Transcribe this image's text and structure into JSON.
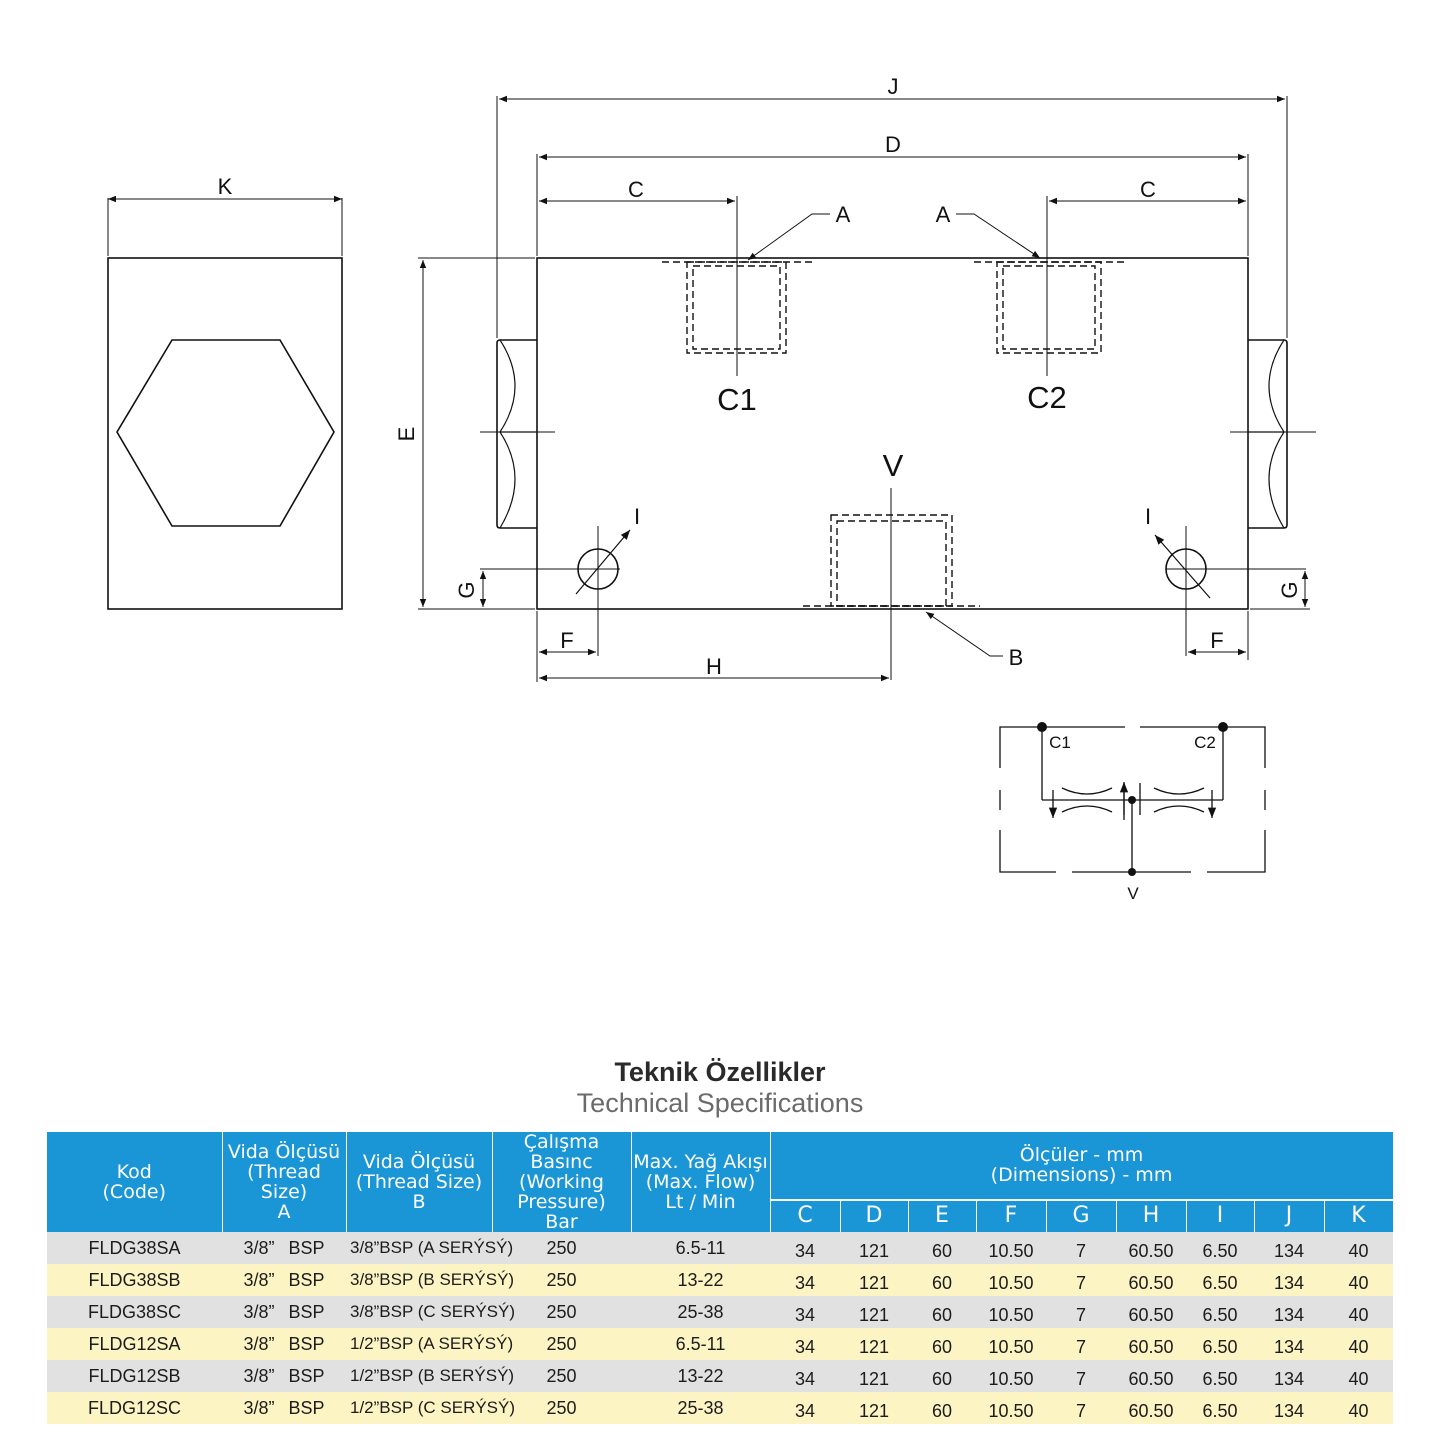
{
  "drawing": {
    "labels": {
      "J": "J",
      "D": "D",
      "K": "K",
      "C": "C",
      "A": "A",
      "E": "E",
      "C1": "C1",
      "C2": "C2",
      "V": "V",
      "I": "I",
      "G": "G",
      "F": "F",
      "H": "H",
      "B": "B"
    },
    "schematic": {
      "c1": "C1",
      "c2": "C2",
      "v": "V"
    }
  },
  "title": {
    "tr": "Teknik Özellikler",
    "en": "Technical Specifications"
  },
  "table": {
    "headers": {
      "kod": [
        "Kod",
        "(Code)"
      ],
      "vida_a": [
        "Vida Ölçüsü",
        "(Thread Size)",
        "A"
      ],
      "vida_b": [
        "Vida Ölçüsü",
        "(Thread Size)",
        "B"
      ],
      "pressure": [
        "Çalışma Basınc",
        "(Working Pressure)",
        "Bar"
      ],
      "flow": [
        "Max. Yağ Akışı",
        "(Max. Flow)",
        "Lt / Min"
      ],
      "dims": [
        "Ölçüler - mm",
        "(Dimensions) - mm"
      ]
    },
    "dim_columns": [
      "C",
      "D",
      "E",
      "F",
      "G",
      "H",
      "I",
      "J",
      "K"
    ],
    "rows": [
      {
        "code": "FLDG38SA",
        "a_size": "3/8”",
        "a_unit": "BSP",
        "b": "3/8”BSP (A SERÝSÝ)",
        "pressure": "250",
        "flow": "6.5-11",
        "dims": [
          "34",
          "121",
          "60",
          "10.50",
          "7",
          "60.50",
          "6.50",
          "134",
          "40"
        ]
      },
      {
        "code": "FLDG38SB",
        "a_size": "3/8”",
        "a_unit": "BSP",
        "b": "3/8”BSP (B SERÝSÝ)",
        "pressure": "250",
        "flow": "13-22",
        "dims": [
          "34",
          "121",
          "60",
          "10.50",
          "7",
          "60.50",
          "6.50",
          "134",
          "40"
        ]
      },
      {
        "code": "FLDG38SC",
        "a_size": "3/8”",
        "a_unit": "BSP",
        "b": "3/8”BSP (C SERÝSÝ)",
        "pressure": "250",
        "flow": "25-38",
        "dims": [
          "34",
          "121",
          "60",
          "10.50",
          "7",
          "60.50",
          "6.50",
          "134",
          "40"
        ]
      },
      {
        "code": "FLDG12SA",
        "a_size": "3/8”",
        "a_unit": "BSP",
        "b": "1/2”BSP (A SERÝSÝ)",
        "pressure": "250",
        "flow": "6.5-11",
        "dims": [
          "34",
          "121",
          "60",
          "10.50",
          "7",
          "60.50",
          "6.50",
          "134",
          "40"
        ]
      },
      {
        "code": "FLDG12SB",
        "a_size": "3/8”",
        "a_unit": "BSP",
        "b": "1/2”BSP (B SERÝSÝ)",
        "pressure": "250",
        "flow": "13-22",
        "dims": [
          "34",
          "121",
          "60",
          "10.50",
          "7",
          "60.50",
          "6.50",
          "134",
          "40"
        ]
      },
      {
        "code": "FLDG12SC",
        "a_size": "3/8”",
        "a_unit": "BSP",
        "b": "1/2”BSP (C SERÝSÝ)",
        "pressure": "250",
        "flow": "25-38",
        "dims": [
          "34",
          "121",
          "60",
          "10.50",
          "7",
          "60.50",
          "6.50",
          "134",
          "40"
        ]
      }
    ]
  },
  "colors": {
    "header_blue": "#1a95d6",
    "row_gray": "#e1e1e1",
    "row_yellow": "#fdf4c4"
  }
}
